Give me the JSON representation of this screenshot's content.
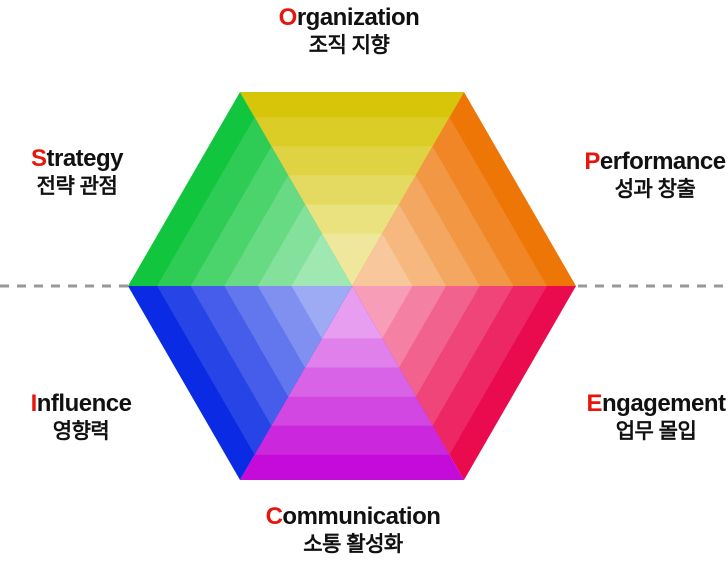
{
  "figure": {
    "background": "#ffffff",
    "dashed_line_color": "#999999",
    "text_color": "#111111",
    "accent_red": "#e8150d"
  },
  "sectors": [
    {
      "id": "organization",
      "position": "top",
      "label_initial": "O",
      "label_rest": "rganization",
      "label_korean": "조직 지향",
      "base_color": "#d6c508"
    },
    {
      "id": "performance",
      "position": "top-right",
      "label_initial": "P",
      "label_rest": "erformance",
      "label_korean": "성과 창출",
      "base_color": "#ee7607"
    },
    {
      "id": "engagement",
      "position": "bottom-right",
      "label_initial": "E",
      "label_rest": "ngagement",
      "label_korean": "업무 몰입",
      "base_color": "#ea0a4e"
    },
    {
      "id": "communication",
      "position": "bottom",
      "label_initial": "C",
      "label_rest": "ommunication",
      "label_korean": "소통 활성화",
      "base_color": "#c40bd9"
    },
    {
      "id": "influence",
      "position": "bottom-left",
      "label_initial": "I",
      "label_rest": "nfluence",
      "label_korean": "영향력",
      "base_color": "#0a2ae4"
    },
    {
      "id": "strategy",
      "position": "top-left",
      "label_initial": "S",
      "label_rest": "trategy",
      "label_korean": "전략 관점",
      "base_color": "#12c53e"
    }
  ],
  "bands": {
    "count": 6,
    "boundary_fractions": [
      1.0,
      0.87,
      0.72,
      0.57,
      0.42,
      0.27
    ],
    "white_mix_steps": [
      0,
      0.12,
      0.24,
      0.36,
      0.48,
      0.6
    ]
  }
}
